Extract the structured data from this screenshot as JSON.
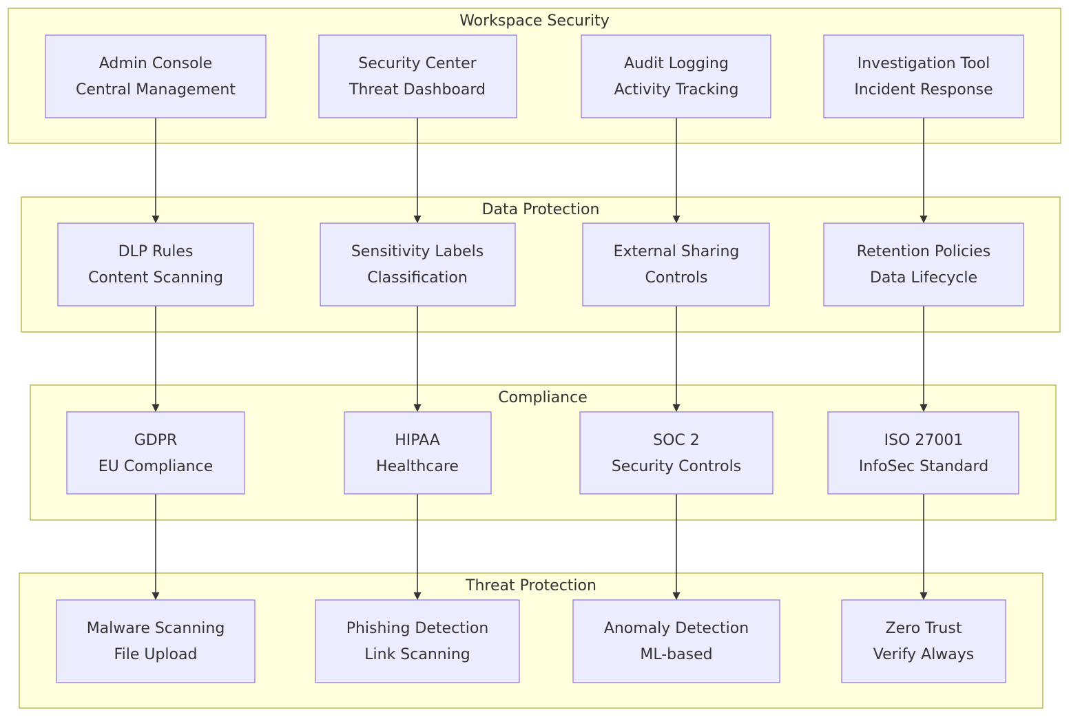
{
  "colors": {
    "cluster_fill": "#ffffde",
    "cluster_stroke": "#aaaa33",
    "node_fill": "#ececff",
    "node_stroke": "#9370db",
    "edge": "#333333",
    "text": "#333333"
  },
  "clusters": [
    {
      "id": "workspace",
      "title": "Workspace Security"
    },
    {
      "id": "data",
      "title": "Data Protection"
    },
    {
      "id": "compliance",
      "title": "Compliance"
    },
    {
      "id": "threat",
      "title": "Threat Protection"
    }
  ],
  "nodes": [
    {
      "id": "admin",
      "cluster": "workspace",
      "line1": "Admin Console",
      "line2": "Central Management"
    },
    {
      "id": "security_center",
      "cluster": "workspace",
      "line1": "Security Center",
      "line2": "Threat Dashboard"
    },
    {
      "id": "audit",
      "cluster": "workspace",
      "line1": "Audit Logging",
      "line2": "Activity Tracking"
    },
    {
      "id": "investigation",
      "cluster": "workspace",
      "line1": "Investigation Tool",
      "line2": "Incident Response"
    },
    {
      "id": "dlp",
      "cluster": "data",
      "line1": "DLP Rules",
      "line2": "Content Scanning"
    },
    {
      "id": "labels",
      "cluster": "data",
      "line1": "Sensitivity Labels",
      "line2": "Classification"
    },
    {
      "id": "sharing",
      "cluster": "data",
      "line1": "External Sharing",
      "line2": "Controls"
    },
    {
      "id": "retention",
      "cluster": "data",
      "line1": "Retention Policies",
      "line2": "Data Lifecycle"
    },
    {
      "id": "gdpr",
      "cluster": "compliance",
      "line1": "GDPR",
      "line2": "EU Compliance"
    },
    {
      "id": "hipaa",
      "cluster": "compliance",
      "line1": "HIPAA",
      "line2": "Healthcare"
    },
    {
      "id": "soc2",
      "cluster": "compliance",
      "line1": "SOC 2",
      "line2": "Security Controls"
    },
    {
      "id": "iso",
      "cluster": "compliance",
      "line1": "ISO 27001",
      "line2": "InfoSec Standard"
    },
    {
      "id": "malware",
      "cluster": "threat",
      "line1": "Malware Scanning",
      "line2": "File Upload"
    },
    {
      "id": "phishing",
      "cluster": "threat",
      "line1": "Phishing Detection",
      "line2": "Link Scanning"
    },
    {
      "id": "anomaly",
      "cluster": "threat",
      "line1": "Anomaly Detection",
      "line2": "ML-based"
    },
    {
      "id": "zerotrust",
      "cluster": "threat",
      "line1": "Zero Trust",
      "line2": "Verify Always"
    }
  ],
  "edges": [
    {
      "from": "admin",
      "to": "dlp"
    },
    {
      "from": "security_center",
      "to": "labels"
    },
    {
      "from": "audit",
      "to": "sharing"
    },
    {
      "from": "investigation",
      "to": "retention"
    },
    {
      "from": "dlp",
      "to": "gdpr"
    },
    {
      "from": "labels",
      "to": "hipaa"
    },
    {
      "from": "sharing",
      "to": "soc2"
    },
    {
      "from": "retention",
      "to": "iso"
    },
    {
      "from": "gdpr",
      "to": "malware"
    },
    {
      "from": "hipaa",
      "to": "phishing"
    },
    {
      "from": "soc2",
      "to": "anomaly"
    },
    {
      "from": "iso",
      "to": "zerotrust"
    }
  ]
}
